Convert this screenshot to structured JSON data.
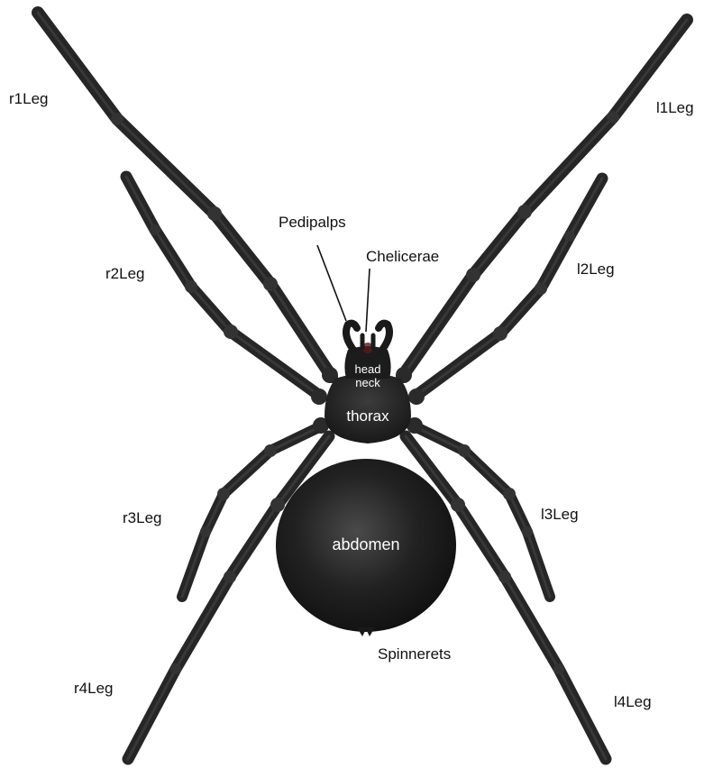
{
  "labels": {
    "r1": "r1Leg",
    "l1": "l1Leg",
    "r2": "r2Leg",
    "l2": "l2Leg",
    "r3": "r3Leg",
    "l3": "l3Leg",
    "r4": "r4Leg",
    "l4": "l4Leg",
    "pedipalps": "Pedipalps",
    "chelicerae": "Chelicerae",
    "head": "head",
    "neck": "neck",
    "thorax": "thorax",
    "abdomen": "abdomen",
    "spinnerets": "Spinnerets"
  },
  "colors": {
    "body": "#1e1e1e",
    "leg": "#262626",
    "joint": "#3a3a3a",
    "label": "#111111",
    "inner_label": "#ffffff",
    "fang_accent": "#5a1a1a"
  }
}
